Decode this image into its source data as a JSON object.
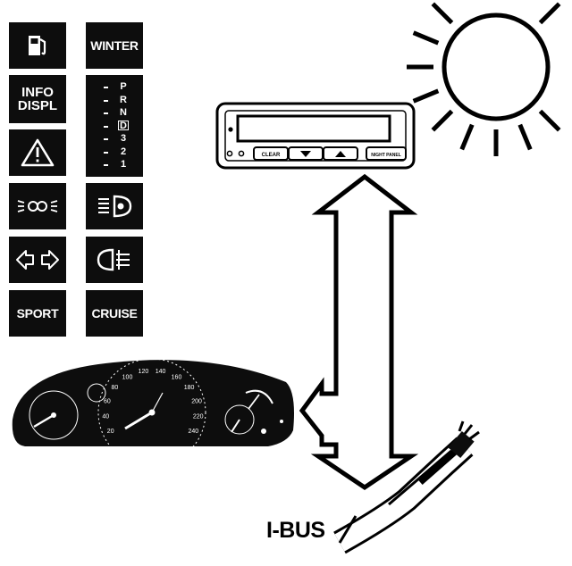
{
  "tiles": {
    "fuel_icon": "fuel-pump-icon",
    "winter": "WINTER",
    "info_line1": "INFO",
    "info_line2": "DISPL",
    "warning_icon": "warning-triangle-icon",
    "gear_positions": [
      "P",
      "R",
      "N",
      "D",
      "3",
      "2",
      "1"
    ],
    "gear_selected": "D",
    "sidelights_icon": "parking-lights-icon",
    "highbeam_icon": "high-beam-icon",
    "turn_icon": "turn-signals-icon",
    "fog_icon": "rear-fog-light-icon",
    "sport": "SPORT",
    "cruise": "CRUISE"
  },
  "display_unit": {
    "buttons": [
      "CLEAR",
      "▼",
      "▲",
      "NIGHT PANEL"
    ]
  },
  "instrument_cluster": {
    "speed_ticks": [
      "20",
      "40",
      "60",
      "80",
      "100",
      "120",
      "140",
      "160",
      "180",
      "200",
      "220",
      "240"
    ]
  },
  "labels": {
    "ibus": "I-BUS"
  },
  "colors": {
    "ink": "#0d0d0d",
    "paper": "#ffffff"
  }
}
